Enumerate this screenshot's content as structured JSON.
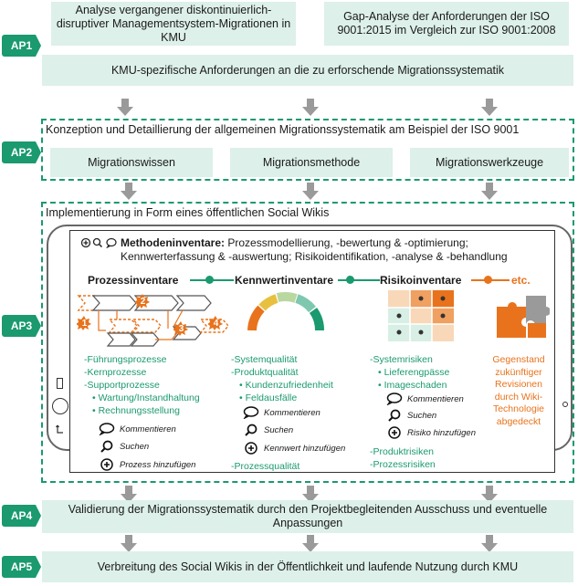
{
  "phases": {
    "ap1": "AP1",
    "ap2": "AP2",
    "ap3": "AP3",
    "ap4": "AP4",
    "ap5": "AP5"
  },
  "ap1": {
    "box_left": "Analyse vergangener diskontinuierlich-disruptiver Managementsystem-Migrationen in KMU",
    "box_right": "Gap-Analyse der Anforderungen der ISO 9001:2015 im Vergleich zur ISO 9001:2008",
    "box_bottom": "KMU-spezifische Anforderungen an die zu erforschende Migrationssystematik"
  },
  "ap2": {
    "title": "Konzeption und Detaillierung der allgemeinen Migrationssystematik am Beispiel der ISO 9001",
    "boxes": [
      "Migrationswissen",
      "Migrationsmethode",
      "Migrationswerkzeuge"
    ]
  },
  "ap3": {
    "title": "Implementierung in Form eines öffentlichen Social Wikis",
    "methoden_label": "Methodeninventare:",
    "methoden_text1": "Prozessmodellierung, -bewertung & -optimierung;",
    "methoden_text2": "Kennwerterfassung & -auswertung; Risikoidentifikation, -analyse & -behandlung",
    "inv_prozess": "Prozessinventare",
    "inv_kennwert": "Kennwertinventare",
    "inv_risiko": "Risikoinventare",
    "inv_etc": "etc.",
    "badges": [
      "1",
      "2",
      "3",
      "4"
    ],
    "prozess_list": [
      "-Führungsprozesse",
      "-Kernprozesse",
      "-Supportprozesse",
      "• Wartung/Instandhaltung",
      "• Rechnungsstellung"
    ],
    "prozess_actions": [
      "Kommentieren",
      "Suchen",
      "Prozess hinzufügen"
    ],
    "kennwert_list": [
      "-Systemqualität",
      "-Produktqualität",
      "• Kundenzufriedenheit",
      "• Feldausfälle"
    ],
    "kennwert_actions": [
      "Kommentieren",
      "Suchen",
      "Kennwert hinzufügen"
    ],
    "kennwert_after": "-Prozessqualität",
    "risiko_list": [
      "-Systemrisiken",
      "• Lieferengpässe",
      "• Imageschaden"
    ],
    "risiko_actions": [
      "Kommentieren",
      "Suchen",
      "Risiko hinzufügen"
    ],
    "risiko_after": [
      "-Produktrisiken",
      "-Prozessrisiken"
    ],
    "etc_text": "Gegenstand zukünftiger Revisionen durch Wiki-Technologie abgedeckt"
  },
  "ap4": {
    "text": "Validierung der Migrationssystematik durch den Projektbegleitenden Ausschuss und eventuelle Anpassungen"
  },
  "ap5": {
    "text": "Verbreitung des Social Wikis in der Öffentlichkeit und laufende Nutzung durch KMU"
  },
  "colors": {
    "green": "#1a9a6e",
    "light_green": "#ddf0ea",
    "orange": "#e8731c",
    "grey_arrow": "#9a9a9a"
  }
}
